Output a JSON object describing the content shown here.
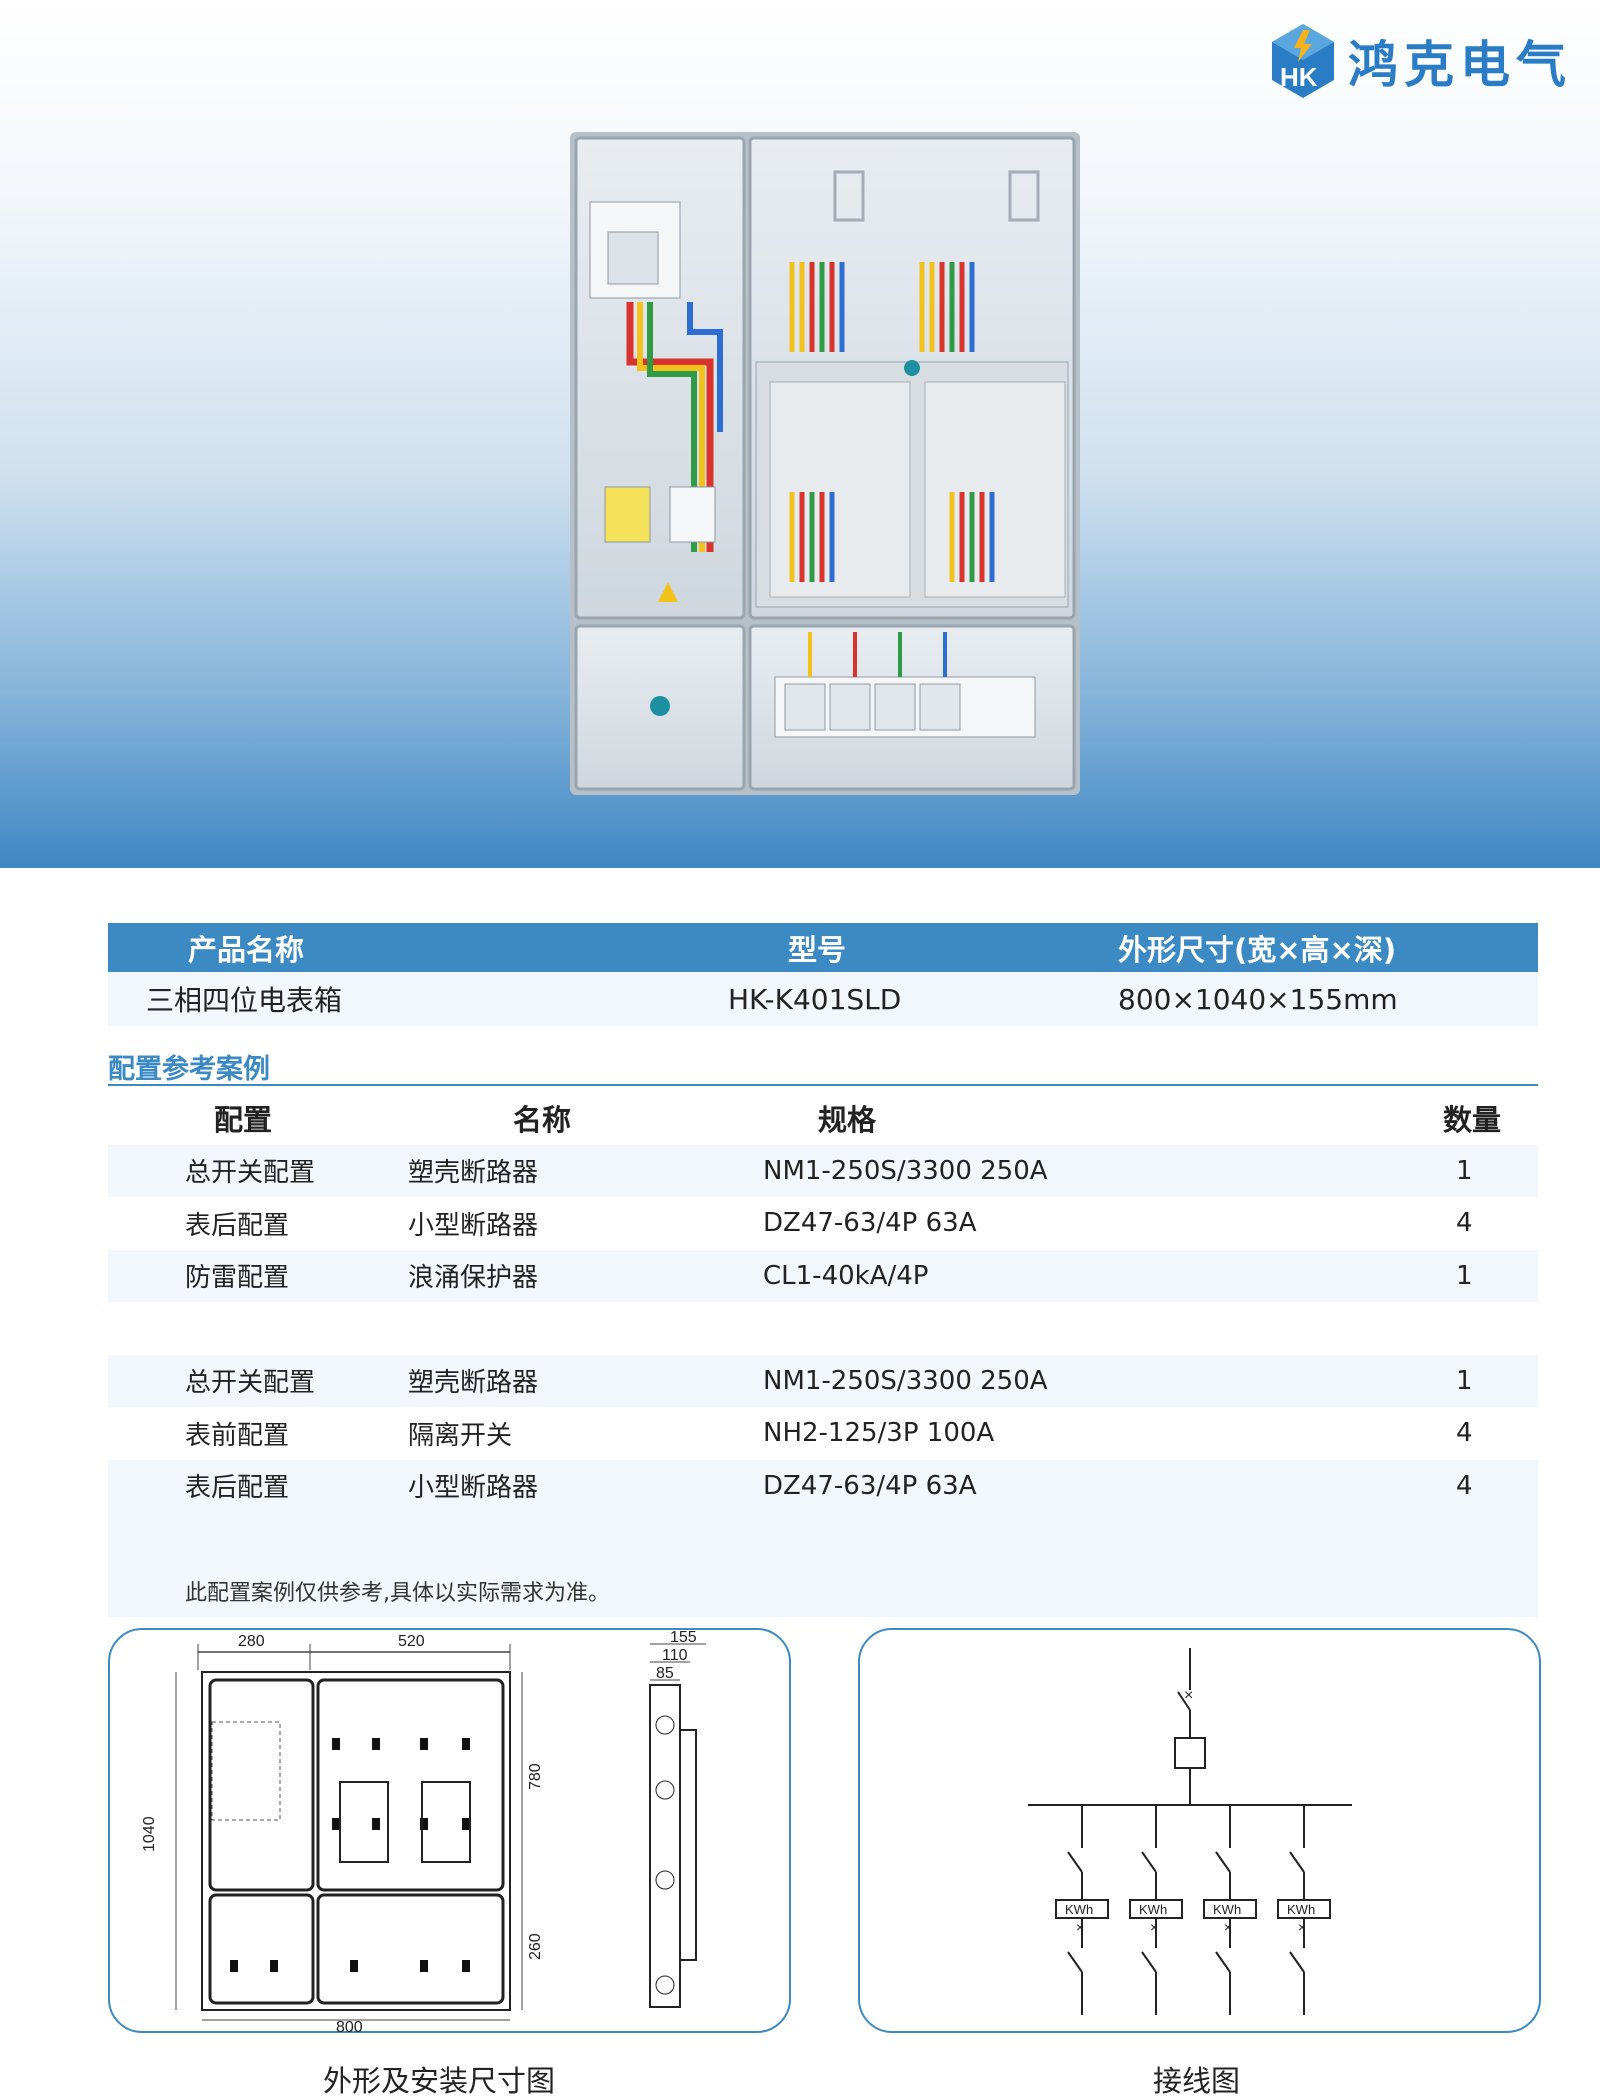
{
  "brand": {
    "name": "鸿克电气",
    "logo_letters": "HK",
    "accent": "#3b8ac4"
  },
  "spec_table": {
    "headers": [
      "产品名称",
      "型号",
      "外形尺寸(宽×高×深)"
    ],
    "row": [
      "三相四位电表箱",
      "HK-K401SLD",
      "800×1040×155mm"
    ]
  },
  "config": {
    "title": "配置参考案例",
    "headers": [
      "配置",
      "名称",
      "规格",
      "数量"
    ],
    "rows": [
      [
        "总开关配置",
        "塑壳断路器",
        "NM1-250S/3300 250A",
        "1"
      ],
      [
        "表后配置",
        "小型断路器",
        "DZ47-63/4P 63A",
        "4"
      ],
      [
        "防雷配置",
        "浪涌保护器",
        "CL1-40kA/4P",
        "1"
      ],
      [
        "",
        "",
        "",
        ""
      ],
      [
        "总开关配置",
        "塑壳断路器",
        "NM1-250S/3300 250A",
        "1"
      ],
      [
        "表前配置",
        "隔离开关",
        "NH2-125/3P 100A",
        "4"
      ],
      [
        "表后配置",
        "小型断路器",
        "DZ47-63/4P 63A",
        "4"
      ]
    ],
    "note": "此配置案例仅供参考,具体以实际需求为准。"
  },
  "drawings": {
    "dimension": {
      "caption": "外形及安装尺寸图",
      "labels": {
        "w1": "280",
        "w2": "520",
        "d1": "155",
        "d2": "110",
        "d3": "85",
        "h": "1040",
        "h1": "780",
        "h2": "260",
        "w": "800"
      }
    },
    "wiring": {
      "caption": "接线图",
      "meter_label": "KWh",
      "meters": [
        "KWh",
        "KWh",
        "KWh",
        "KWh"
      ]
    }
  }
}
